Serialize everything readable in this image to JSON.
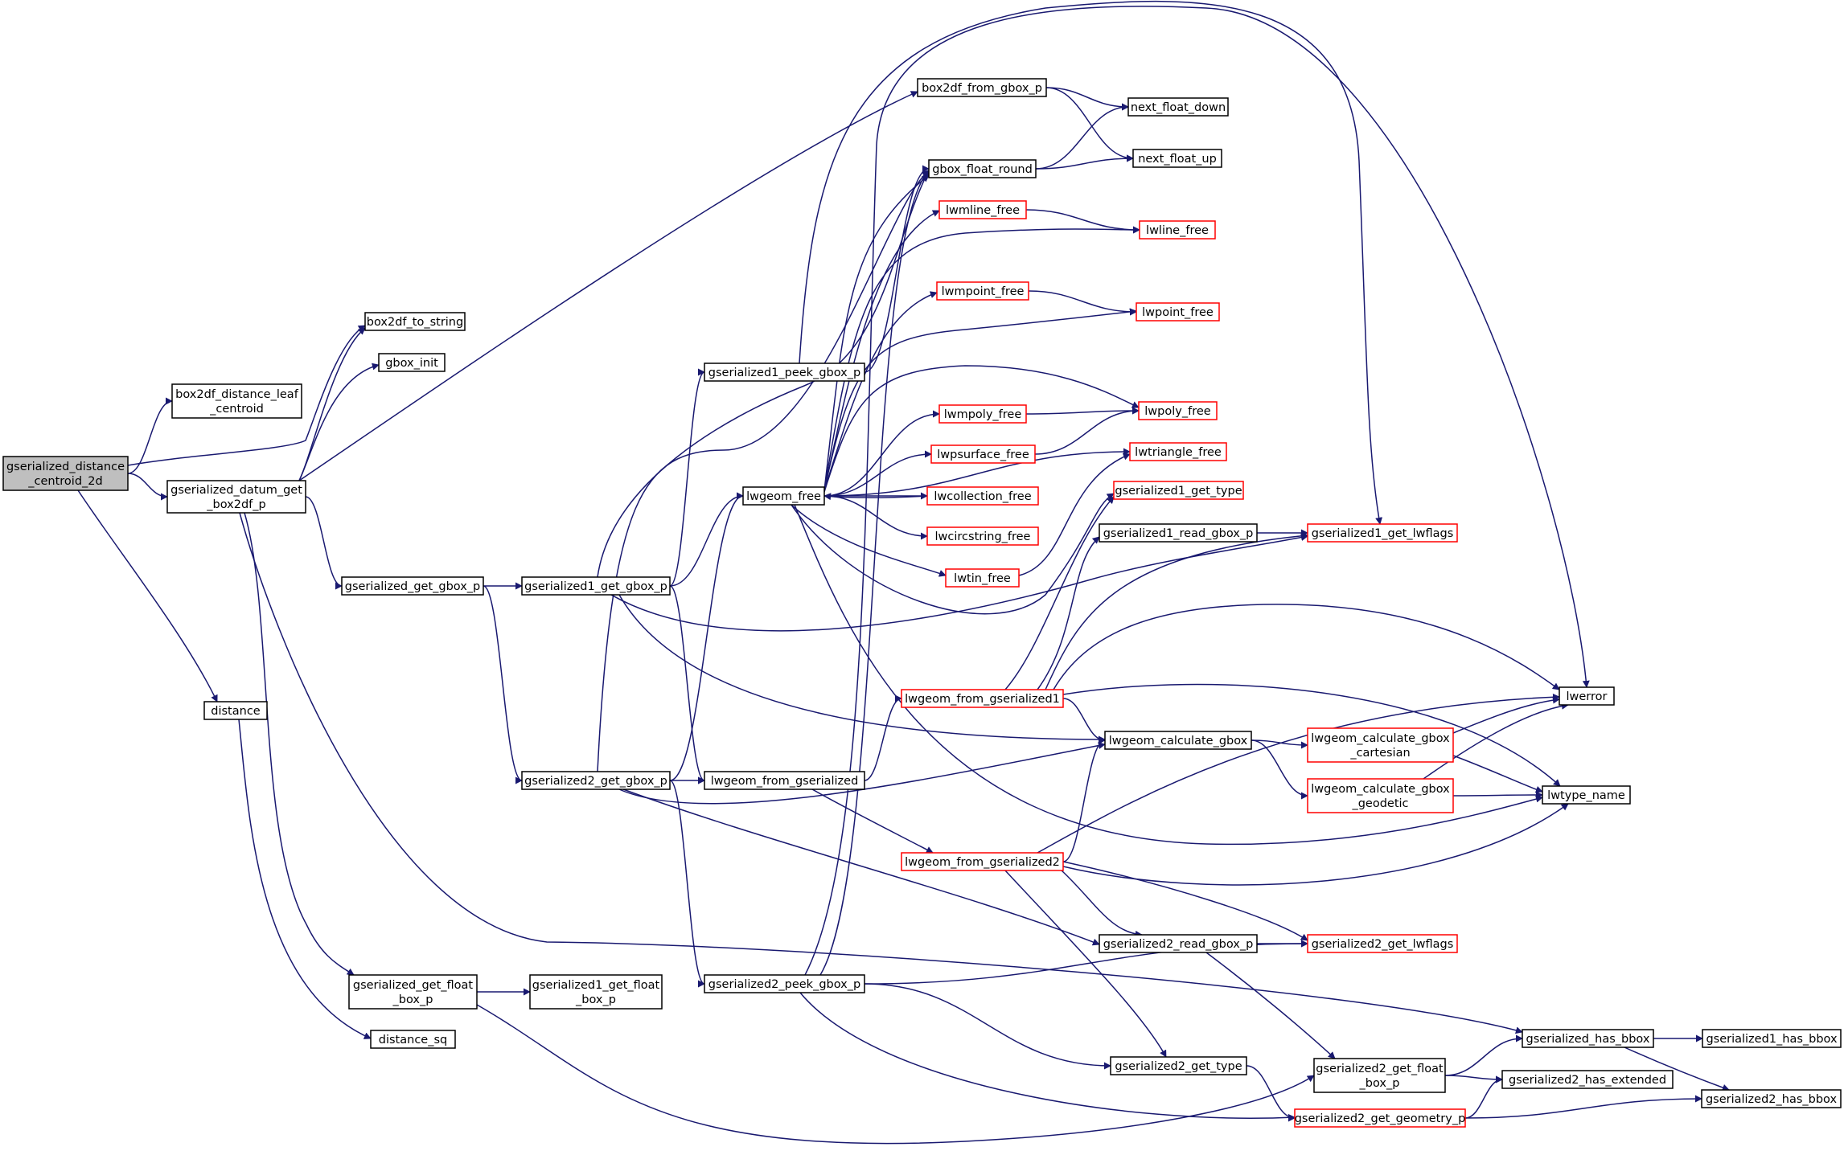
{
  "colors": {
    "edge": "#191970",
    "node_border": "#000000",
    "node_border_incomplete": "#ff0000",
    "root_fill": "#bfbfbf",
    "node_fill": "#ffffff"
  },
  "nodes": [
    {
      "id": "root",
      "lines": [
        "gserialized_distance",
        "_centroid_2d"
      ],
      "kind": "root"
    },
    {
      "id": "box2df_distance_leaf_centroid",
      "lines": [
        "box2df_distance_leaf",
        "_centroid"
      ],
      "kind": "normal"
    },
    {
      "id": "gserialized_datum_get_box2df_p",
      "lines": [
        "gserialized_datum_get",
        "_box2df_p"
      ],
      "kind": "normal"
    },
    {
      "id": "distance",
      "lines": [
        "distance"
      ],
      "kind": "normal"
    },
    {
      "id": "box2df_to_string",
      "lines": [
        "box2df_to_string"
      ],
      "kind": "normal"
    },
    {
      "id": "gbox_init",
      "lines": [
        "gbox_init"
      ],
      "kind": "normal"
    },
    {
      "id": "box2df_from_gbox_p",
      "lines": [
        "box2df_from_gbox_p"
      ],
      "kind": "normal"
    },
    {
      "id": "gserialized_get_gbox_p",
      "lines": [
        "gserialized_get_gbox_p"
      ],
      "kind": "normal"
    },
    {
      "id": "gserialized_get_float_box_p",
      "lines": [
        "gserialized_get_float",
        "_box_p"
      ],
      "kind": "normal"
    },
    {
      "id": "distance_sq",
      "lines": [
        "distance_sq"
      ],
      "kind": "normal"
    },
    {
      "id": "gserialized1_get_float_box_p",
      "lines": [
        "gserialized1_get_float",
        "_box_p"
      ],
      "kind": "normal"
    },
    {
      "id": "gserialized1_peek_gbox_p",
      "lines": [
        "gserialized1_peek_gbox_p"
      ],
      "kind": "normal"
    },
    {
      "id": "gserialized1_get_gbox_p",
      "lines": [
        "gserialized1_get_gbox_p"
      ],
      "kind": "normal"
    },
    {
      "id": "gserialized2_get_gbox_p",
      "lines": [
        "gserialized2_get_gbox_p"
      ],
      "kind": "normal"
    },
    {
      "id": "gserialized2_peek_gbox_p",
      "lines": [
        "gserialized2_peek_gbox_p"
      ],
      "kind": "normal"
    },
    {
      "id": "lwgeom_free",
      "lines": [
        "lwgeom_free"
      ],
      "kind": "normal"
    },
    {
      "id": "lwgeom_from_gserialized",
      "lines": [
        "lwgeom_from_gserialized"
      ],
      "kind": "normal"
    },
    {
      "id": "gbox_float_round",
      "lines": [
        "gbox_float_round"
      ],
      "kind": "normal"
    },
    {
      "id": "lwmline_free",
      "lines": [
        "lwmline_free"
      ],
      "kind": "red"
    },
    {
      "id": "lwmpoint_free",
      "lines": [
        "lwmpoint_free"
      ],
      "kind": "red"
    },
    {
      "id": "lwmpoly_free",
      "lines": [
        "lwmpoly_free"
      ],
      "kind": "red"
    },
    {
      "id": "lwpsurface_free",
      "lines": [
        "lwpsurface_free"
      ],
      "kind": "red"
    },
    {
      "id": "lwcollection_free",
      "lines": [
        "lwcollection_free"
      ],
      "kind": "red"
    },
    {
      "id": "lwcircstring_free",
      "lines": [
        "lwcircstring_free"
      ],
      "kind": "red"
    },
    {
      "id": "lwtin_free",
      "lines": [
        "lwtin_free"
      ],
      "kind": "red"
    },
    {
      "id": "lwgeom_from_gserialized1",
      "lines": [
        "lwgeom_from_gserialized1"
      ],
      "kind": "red"
    },
    {
      "id": "lwgeom_from_gserialized2",
      "lines": [
        "lwgeom_from_gserialized2"
      ],
      "kind": "red"
    },
    {
      "id": "next_float_down",
      "lines": [
        "next_float_down"
      ],
      "kind": "normal"
    },
    {
      "id": "next_float_up",
      "lines": [
        "next_float_up"
      ],
      "kind": "normal"
    },
    {
      "id": "lwline_free",
      "lines": [
        "lwline_free"
      ],
      "kind": "red"
    },
    {
      "id": "lwpoint_free",
      "lines": [
        "lwpoint_free"
      ],
      "kind": "red"
    },
    {
      "id": "lwpoly_free",
      "lines": [
        "lwpoly_free"
      ],
      "kind": "red"
    },
    {
      "id": "lwtriangle_free",
      "lines": [
        "lwtriangle_free"
      ],
      "kind": "red"
    },
    {
      "id": "gserialized1_get_type",
      "lines": [
        "gserialized1_get_type"
      ],
      "kind": "red"
    },
    {
      "id": "gserialized1_read_gbox_p",
      "lines": [
        "gserialized1_read_gbox_p"
      ],
      "kind": "normal"
    },
    {
      "id": "lwgeom_calculate_gbox",
      "lines": [
        "lwgeom_calculate_gbox"
      ],
      "kind": "normal"
    },
    {
      "id": "gserialized2_read_gbox_p",
      "lines": [
        "gserialized2_read_gbox_p"
      ],
      "kind": "normal"
    },
    {
      "id": "gserialized2_get_type",
      "lines": [
        "gserialized2_get_type"
      ],
      "kind": "normal"
    },
    {
      "id": "gserialized1_get_lwflags",
      "lines": [
        "gserialized1_get_lwflags"
      ],
      "kind": "red"
    },
    {
      "id": "lwgeom_calculate_gbox_cartesian",
      "lines": [
        "lwgeom_calculate_gbox",
        "_cartesian"
      ],
      "kind": "red"
    },
    {
      "id": "lwgeom_calculate_gbox_geodetic",
      "lines": [
        "lwgeom_calculate_gbox",
        "_geodetic"
      ],
      "kind": "red"
    },
    {
      "id": "gserialized2_get_lwflags",
      "lines": [
        "gserialized2_get_lwflags"
      ],
      "kind": "red"
    },
    {
      "id": "gserialized2_get_float_box_p",
      "lines": [
        "gserialized2_get_float",
        "_box_p"
      ],
      "kind": "normal"
    },
    {
      "id": "gserialized2_get_geometry_p",
      "lines": [
        "gserialized2_get_geometry_p"
      ],
      "kind": "red"
    },
    {
      "id": "lwerror",
      "lines": [
        "lwerror"
      ],
      "kind": "normal"
    },
    {
      "id": "lwtype_name",
      "lines": [
        "lwtype_name"
      ],
      "kind": "normal"
    },
    {
      "id": "gserialized_has_bbox",
      "lines": [
        "gserialized_has_bbox"
      ],
      "kind": "normal"
    },
    {
      "id": "gserialized2_has_extended",
      "lines": [
        "gserialized2_has_extended"
      ],
      "kind": "normal"
    },
    {
      "id": "gserialized1_has_bbox",
      "lines": [
        "gserialized1_has_bbox"
      ],
      "kind": "normal"
    },
    {
      "id": "gserialized2_has_bbox",
      "lines": [
        "gserialized2_has_bbox"
      ],
      "kind": "normal"
    }
  ],
  "edges": [
    [
      "root",
      "box2df_distance_leaf_centroid"
    ],
    [
      "root",
      "box2df_to_string"
    ],
    [
      "root",
      "gserialized_datum_get_box2df_p"
    ],
    [
      "root",
      "distance"
    ],
    [
      "gserialized_datum_get_box2df_p",
      "box2df_to_string"
    ],
    [
      "gserialized_datum_get_box2df_p",
      "gbox_init"
    ],
    [
      "gserialized_datum_get_box2df_p",
      "box2df_from_gbox_p"
    ],
    [
      "gserialized_datum_get_box2df_p",
      "gserialized_get_gbox_p"
    ],
    [
      "gserialized_datum_get_box2df_p",
      "gserialized_get_float_box_p"
    ],
    [
      "gserialized_datum_get_box2df_p",
      "gserialized_has_bbox"
    ],
    [
      "distance",
      "distance_sq"
    ],
    [
      "box2df_from_gbox_p",
      "next_float_down"
    ],
    [
      "box2df_from_gbox_p",
      "next_float_up"
    ],
    [
      "gserialized_get_gbox_p",
      "gserialized1_get_gbox_p"
    ],
    [
      "gserialized_get_gbox_p",
      "gserialized2_get_gbox_p"
    ],
    [
      "gserialized_get_float_box_p",
      "gserialized1_get_float_box_p"
    ],
    [
      "gserialized_get_float_box_p",
      "gserialized2_get_float_box_p"
    ],
    [
      "gserialized1_peek_gbox_p",
      "gbox_float_round"
    ],
    [
      "gserialized1_peek_gbox_p",
      "gserialized1_get_lwflags"
    ],
    [
      "gserialized1_get_gbox_p",
      "gserialized1_peek_gbox_p"
    ],
    [
      "gserialized1_get_gbox_p",
      "gbox_float_round"
    ],
    [
      "gserialized1_get_gbox_p",
      "lwgeom_free"
    ],
    [
      "gserialized1_get_gbox_p",
      "lwgeom_from_gserialized"
    ],
    [
      "gserialized1_get_gbox_p",
      "gserialized1_get_lwflags"
    ],
    [
      "gserialized1_get_gbox_p",
      "lwgeom_calculate_gbox"
    ],
    [
      "gserialized2_get_gbox_p",
      "lwgeom_from_gserialized"
    ],
    [
      "gserialized2_get_gbox_p",
      "gbox_float_round"
    ],
    [
      "gserialized2_get_gbox_p",
      "lwgeom_free"
    ],
    [
      "gserialized2_get_gbox_p",
      "lwgeom_calculate_gbox"
    ],
    [
      "gserialized2_get_gbox_p",
      "gserialized2_read_gbox_p"
    ],
    [
      "gserialized2_get_gbox_p",
      "gserialized2_peek_gbox_p"
    ],
    [
      "gserialized2_peek_gbox_p",
      "gbox_float_round"
    ],
    [
      "gserialized2_peek_gbox_p",
      "gserialized2_get_lwflags"
    ],
    [
      "gserialized2_peek_gbox_p",
      "gserialized2_get_type"
    ],
    [
      "gserialized2_peek_gbox_p",
      "gserialized2_get_geometry_p"
    ],
    [
      "gserialized2_peek_gbox_p",
      "lwerror"
    ],
    [
      "gbox_float_round",
      "next_float_down"
    ],
    [
      "gbox_float_round",
      "next_float_up"
    ],
    [
      "lwgeom_free",
      "lwmline_free"
    ],
    [
      "lwgeom_free",
      "lwline_free"
    ],
    [
      "lwgeom_free",
      "lwmpoint_free"
    ],
    [
      "lwgeom_free",
      "lwpoint_free"
    ],
    [
      "lwgeom_free",
      "lwmpoly_free"
    ],
    [
      "lwgeom_free",
      "lwpoly_free"
    ],
    [
      "lwgeom_free",
      "lwpsurface_free"
    ],
    [
      "lwgeom_free",
      "lwcollection_free"
    ],
    [
      "lwgeom_free",
      "lwcircstring_free"
    ],
    [
      "lwgeom_free",
      "lwtin_free"
    ],
    [
      "lwgeom_free",
      "lwtriangle_free"
    ],
    [
      "lwgeom_free",
      "gserialized1_get_type"
    ],
    [
      "lwgeom_free",
      "lwtype_name"
    ],
    [
      "lwgeom_free",
      "gbox_float_round"
    ],
    [
      "lwcollection_free",
      "lwgeom_free"
    ],
    [
      "lwmline_free",
      "lwline_free"
    ],
    [
      "lwmpoint_free",
      "lwpoint_free"
    ],
    [
      "lwmpoly_free",
      "lwpoly_free"
    ],
    [
      "lwpsurface_free",
      "lwpoly_free"
    ],
    [
      "lwtin_free",
      "lwtriangle_free"
    ],
    [
      "lwgeom_from_gserialized",
      "lwgeom_from_gserialized1"
    ],
    [
      "lwgeom_from_gserialized",
      "lwgeom_from_gserialized2"
    ],
    [
      "lwgeom_from_gserialized1",
      "gserialized1_get_type"
    ],
    [
      "lwgeom_from_gserialized1",
      "gserialized1_read_gbox_p"
    ],
    [
      "lwgeom_from_gserialized1",
      "gserialized1_get_lwflags"
    ],
    [
      "lwgeom_from_gserialized1",
      "lwgeom_calculate_gbox"
    ],
    [
      "lwgeom_from_gserialized1",
      "lwerror"
    ],
    [
      "lwgeom_from_gserialized1",
      "lwtype_name"
    ],
    [
      "gserialized1_read_gbox_p",
      "gserialized1_get_lwflags"
    ],
    [
      "lwgeom_from_gserialized2",
      "lwgeom_calculate_gbox"
    ],
    [
      "lwgeom_from_gserialized2",
      "gserialized2_read_gbox_p"
    ],
    [
      "lwgeom_from_gserialized2",
      "gserialized2_get_lwflags"
    ],
    [
      "lwgeom_from_gserialized2",
      "gserialized2_get_type"
    ],
    [
      "lwgeom_from_gserialized2",
      "lwerror"
    ],
    [
      "lwgeom_from_gserialized2",
      "lwtype_name"
    ],
    [
      "lwgeom_calculate_gbox",
      "lwgeom_calculate_gbox_cartesian"
    ],
    [
      "lwgeom_calculate_gbox",
      "lwgeom_calculate_gbox_geodetic"
    ],
    [
      "lwgeom_calculate_gbox_cartesian",
      "lwerror"
    ],
    [
      "lwgeom_calculate_gbox_cartesian",
      "lwtype_name"
    ],
    [
      "lwgeom_calculate_gbox_geodetic",
      "lwerror"
    ],
    [
      "lwgeom_calculate_gbox_geodetic",
      "lwtype_name"
    ],
    [
      "gserialized2_read_gbox_p",
      "gserialized2_get_lwflags"
    ],
    [
      "gserialized2_read_gbox_p",
      "gserialized2_get_float_box_p"
    ],
    [
      "gserialized2_get_type",
      "gserialized2_get_geometry_p"
    ],
    [
      "gserialized2_get_float_box_p",
      "gserialized_has_bbox"
    ],
    [
      "gserialized2_get_float_box_p",
      "gserialized2_has_extended"
    ],
    [
      "gserialized2_get_geometry_p",
      "gserialized2_has_extended"
    ],
    [
      "gserialized2_get_geometry_p",
      "gserialized2_has_bbox"
    ],
    [
      "gserialized_has_bbox",
      "gserialized1_has_bbox"
    ],
    [
      "gserialized_has_bbox",
      "gserialized2_has_bbox"
    ]
  ]
}
